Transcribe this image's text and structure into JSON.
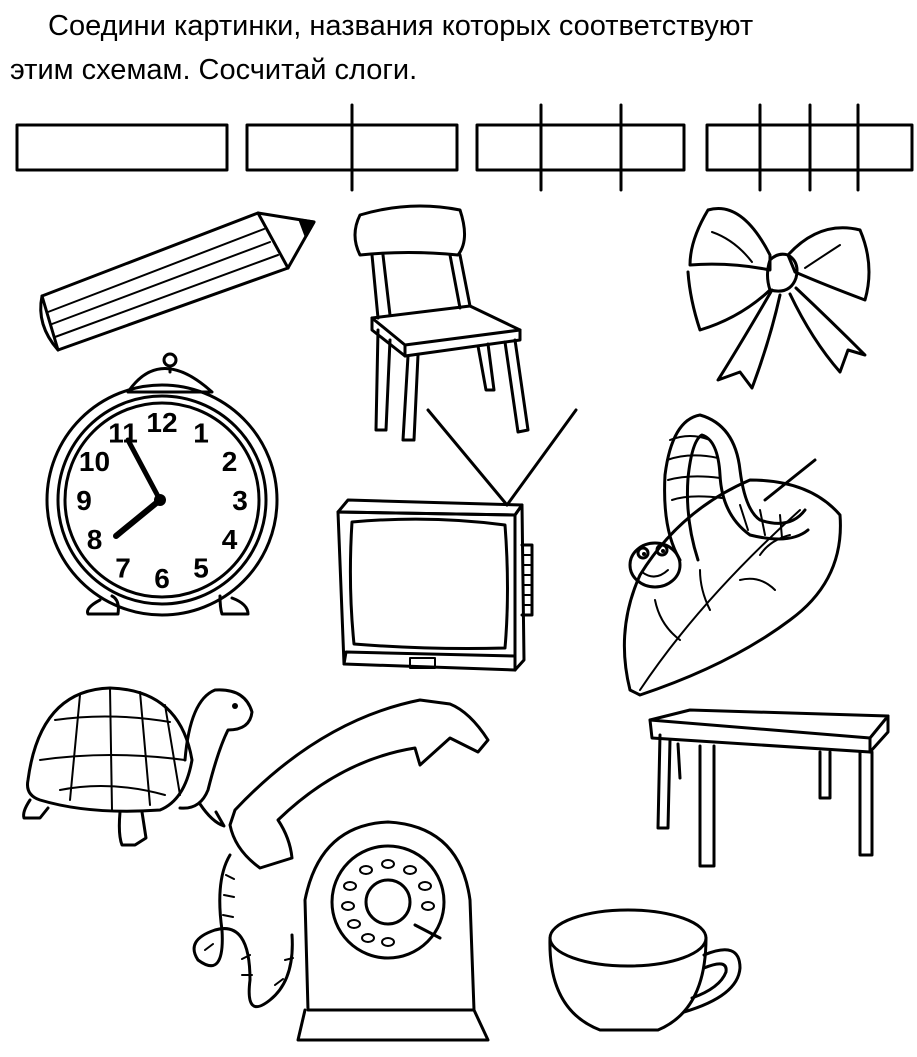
{
  "instruction": {
    "line1": "Соедини картинки, названия которых соответствуют",
    "line2": "этим схемам. Сосчитай слоги."
  },
  "syllable_schemes": [
    {
      "syllables": 1
    },
    {
      "syllables": 2
    },
    {
      "syllables": 3
    },
    {
      "syllables": 4
    }
  ],
  "pictures": [
    {
      "icon": "pencil-icon"
    },
    {
      "icon": "chair-icon"
    },
    {
      "icon": "bow-icon"
    },
    {
      "icon": "alarm-clock-icon"
    },
    {
      "icon": "tv-icon"
    },
    {
      "icon": "caterpillar-icon"
    },
    {
      "icon": "turtle-icon"
    },
    {
      "icon": "telephone-icon"
    },
    {
      "icon": "table-icon"
    },
    {
      "icon": "cup-icon"
    }
  ],
  "clock_numbers": [
    "12",
    "1",
    "2",
    "3",
    "4",
    "5",
    "6",
    "7",
    "8",
    "9",
    "10",
    "11"
  ]
}
